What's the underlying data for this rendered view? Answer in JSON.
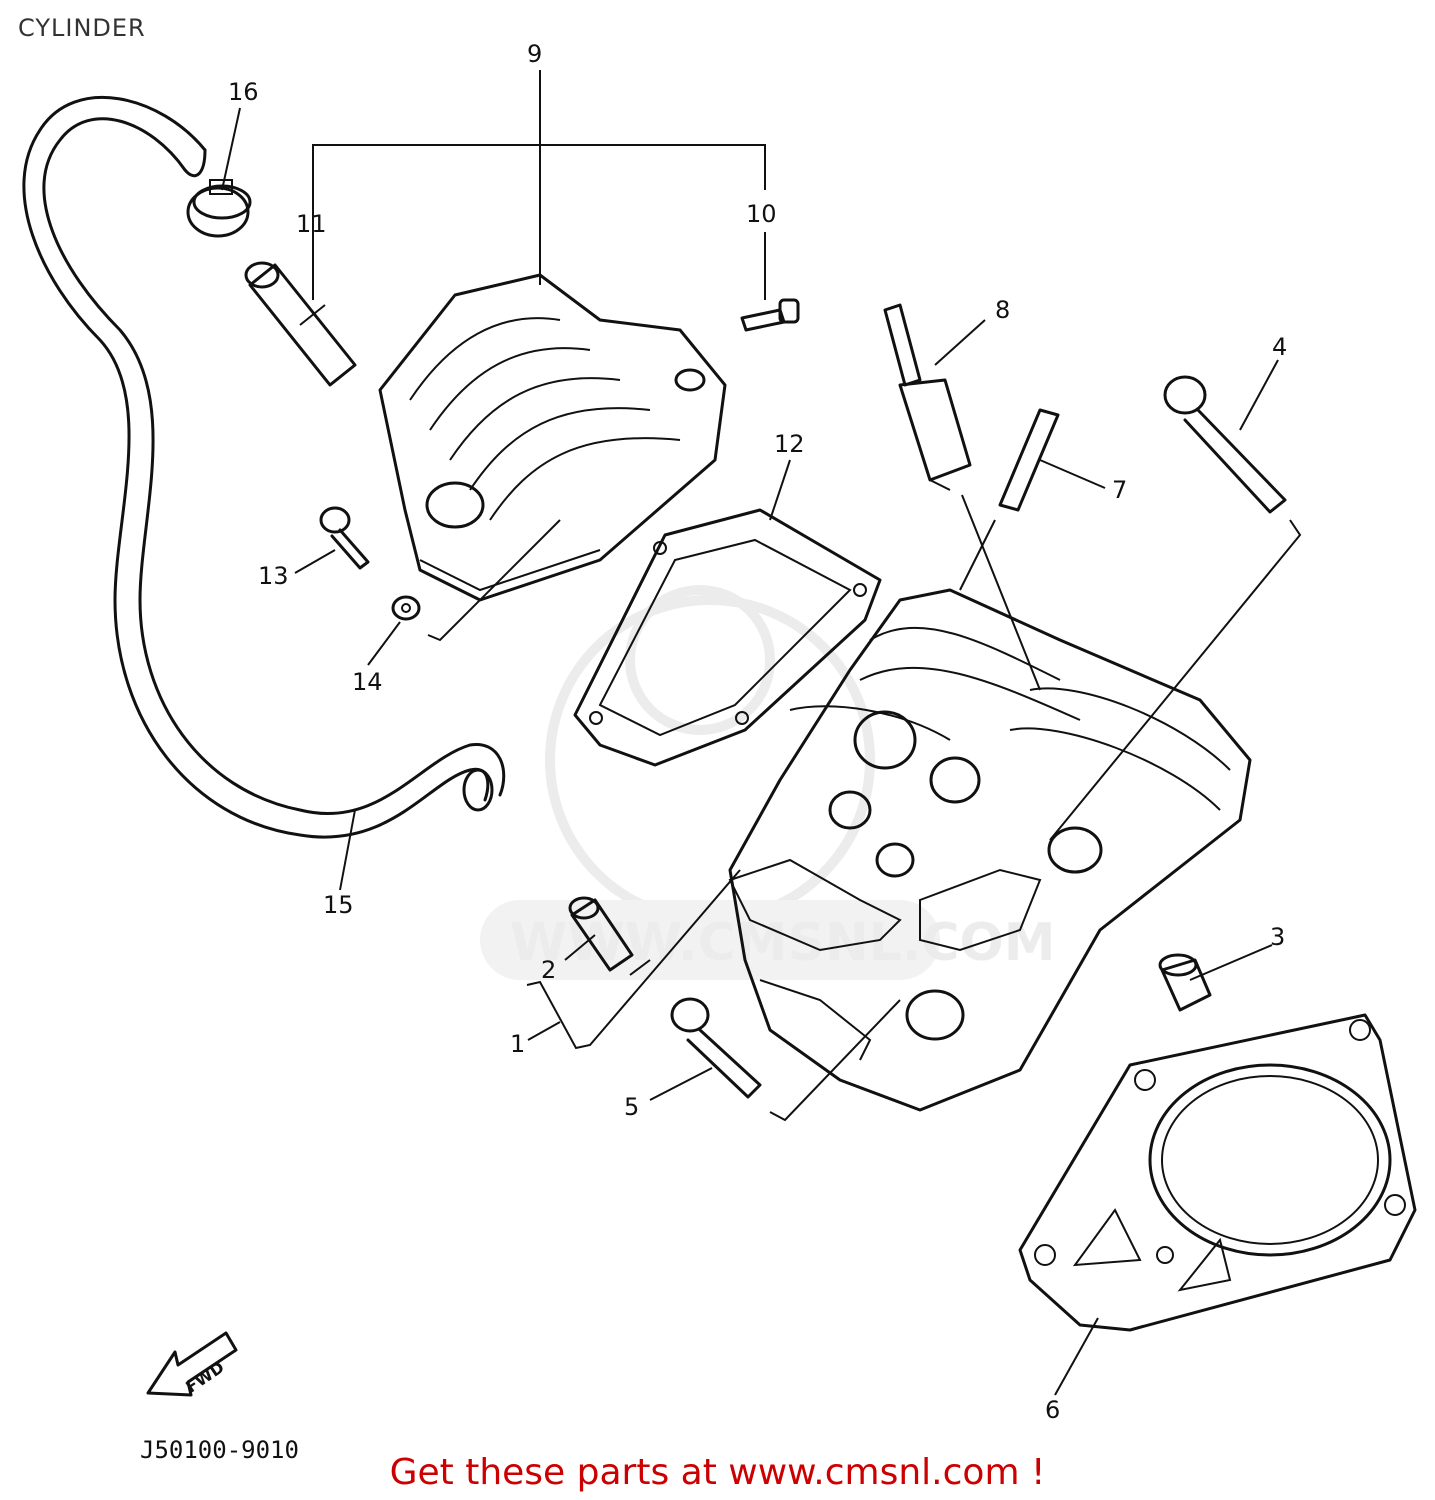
{
  "page_title": "CYLINDER",
  "figure_code": "J50100-9010",
  "footer_cta": "Get these parts at www.cmsnl.com !",
  "watermark_text": "WWW.CMSNL.COM",
  "fwd_label": "FWD",
  "callouts": {
    "c1": "1",
    "c2": "2",
    "c3": "3",
    "c4": "4",
    "c5": "5",
    "c6": "6",
    "c7": "7",
    "c8": "8",
    "c9": "9",
    "c10": "10",
    "c11": "11",
    "c12": "12",
    "c13": "13",
    "c14": "14",
    "c15": "15",
    "c16": "16"
  }
}
